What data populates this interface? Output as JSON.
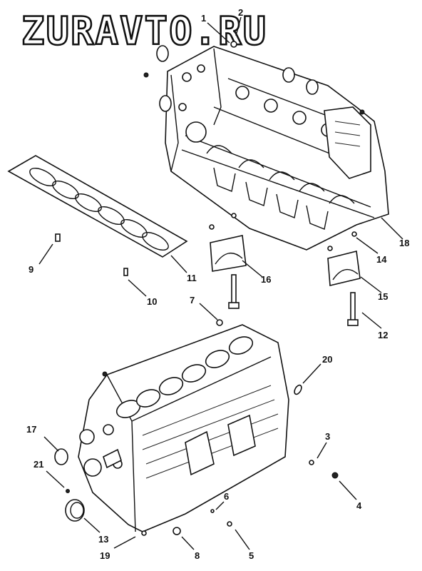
{
  "watermark": "ZURAVTO.RU",
  "callouts": [
    {
      "id": "1",
      "label": "1"
    },
    {
      "id": "2",
      "label": "2"
    },
    {
      "id": "3",
      "label": "3"
    },
    {
      "id": "4",
      "label": "4"
    },
    {
      "id": "5",
      "label": "5"
    },
    {
      "id": "6",
      "label": "6"
    },
    {
      "id": "7",
      "label": "7"
    },
    {
      "id": "8",
      "label": "8"
    },
    {
      "id": "9",
      "label": "9"
    },
    {
      "id": "10",
      "label": "10"
    },
    {
      "id": "11",
      "label": "11"
    },
    {
      "id": "12",
      "label": "12"
    },
    {
      "id": "13",
      "label": "13"
    },
    {
      "id": "14",
      "label": "14"
    },
    {
      "id": "15",
      "label": "15"
    },
    {
      "id": "16",
      "label": "16"
    },
    {
      "id": "17",
      "label": "17"
    },
    {
      "id": "18",
      "label": "18"
    },
    {
      "id": "19",
      "label": "19"
    },
    {
      "id": "20",
      "label": "20"
    },
    {
      "id": "21",
      "label": "21"
    }
  ]
}
